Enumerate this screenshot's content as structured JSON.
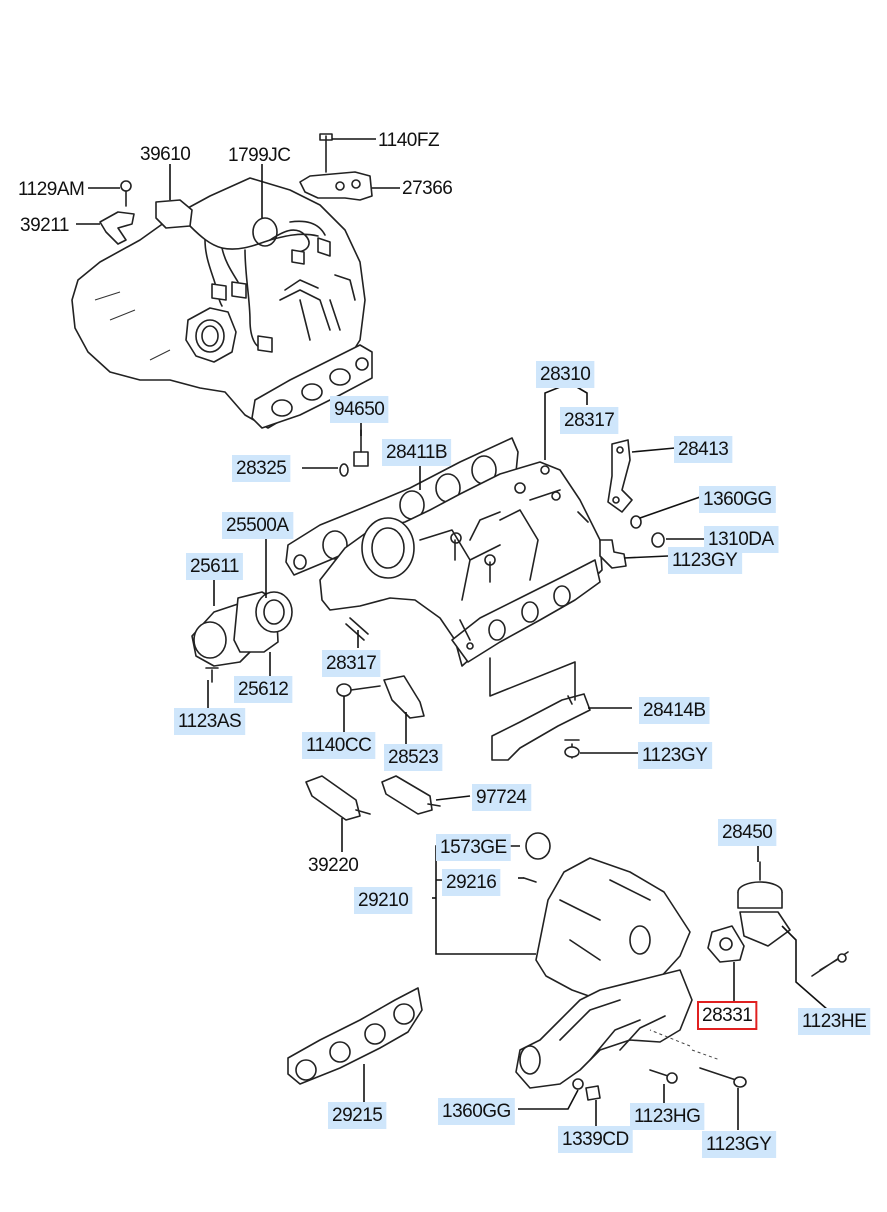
{
  "diagram": {
    "parts": [
      {
        "id": "p1140fz",
        "code": "1140FZ",
        "highlight": false,
        "selected": false
      },
      {
        "id": "p39610",
        "code": "39610",
        "highlight": false,
        "selected": false
      },
      {
        "id": "p1799jc",
        "code": "1799JC",
        "highlight": false,
        "selected": false
      },
      {
        "id": "p1129am",
        "code": "1129AM",
        "highlight": false,
        "selected": false
      },
      {
        "id": "p27366",
        "code": "27366",
        "highlight": false,
        "selected": false
      },
      {
        "id": "p39211",
        "code": "39211",
        "highlight": false,
        "selected": false
      },
      {
        "id": "p28310",
        "code": "28310",
        "highlight": true,
        "selected": false
      },
      {
        "id": "p28317a",
        "code": "28317",
        "highlight": true,
        "selected": false
      },
      {
        "id": "p94650",
        "code": "94650",
        "highlight": true,
        "selected": false
      },
      {
        "id": "p28411b",
        "code": "28411B",
        "highlight": true,
        "selected": false
      },
      {
        "id": "p28413",
        "code": "28413",
        "highlight": true,
        "selected": false
      },
      {
        "id": "p28325",
        "code": "28325",
        "highlight": true,
        "selected": false
      },
      {
        "id": "p1360gg_a",
        "code": "1360GG",
        "highlight": true,
        "selected": false
      },
      {
        "id": "p25500a",
        "code": "25500A",
        "highlight": true,
        "selected": false
      },
      {
        "id": "p1310da",
        "code": "1310DA",
        "highlight": true,
        "selected": false
      },
      {
        "id": "p1123gy_a",
        "code": "1123GY",
        "highlight": true,
        "selected": false
      },
      {
        "id": "p25611",
        "code": "25611",
        "highlight": true,
        "selected": false
      },
      {
        "id": "p28317b",
        "code": "28317",
        "highlight": true,
        "selected": false
      },
      {
        "id": "p25612",
        "code": "25612",
        "highlight": true,
        "selected": false
      },
      {
        "id": "p28414b",
        "code": "28414B",
        "highlight": true,
        "selected": false
      },
      {
        "id": "p1123as",
        "code": "1123AS",
        "highlight": true,
        "selected": false
      },
      {
        "id": "p1140cc",
        "code": "1140CC",
        "highlight": true,
        "selected": false
      },
      {
        "id": "p28523",
        "code": "28523",
        "highlight": true,
        "selected": false
      },
      {
        "id": "p1123gy_b",
        "code": "1123GY",
        "highlight": true,
        "selected": false
      },
      {
        "id": "p97724",
        "code": "97724",
        "highlight": true,
        "selected": false
      },
      {
        "id": "p28450",
        "code": "28450",
        "highlight": true,
        "selected": false
      },
      {
        "id": "p1573ge",
        "code": "1573GE",
        "highlight": true,
        "selected": false
      },
      {
        "id": "p39220",
        "code": "39220",
        "highlight": false,
        "selected": false
      },
      {
        "id": "p29216",
        "code": "29216",
        "highlight": true,
        "selected": false
      },
      {
        "id": "p29210",
        "code": "29210",
        "highlight": true,
        "selected": false
      },
      {
        "id": "p28331",
        "code": "28331",
        "highlight": false,
        "selected": true
      },
      {
        "id": "p1123he",
        "code": "1123HE",
        "highlight": true,
        "selected": false
      },
      {
        "id": "p29215",
        "code": "29215",
        "highlight": true,
        "selected": false
      },
      {
        "id": "p1360gg_b",
        "code": "1360GG",
        "highlight": true,
        "selected": false
      },
      {
        "id": "p1123hg",
        "code": "1123HG",
        "highlight": true,
        "selected": false
      },
      {
        "id": "p1339cd",
        "code": "1339CD",
        "highlight": true,
        "selected": false
      },
      {
        "id": "p1123gy_c",
        "code": "1123GY",
        "highlight": true,
        "selected": false
      }
    ],
    "colors": {
      "highlight": "#cfe6fb",
      "selected_border": "#e02020",
      "ink": "#222222",
      "background": "#ffffff"
    }
  }
}
